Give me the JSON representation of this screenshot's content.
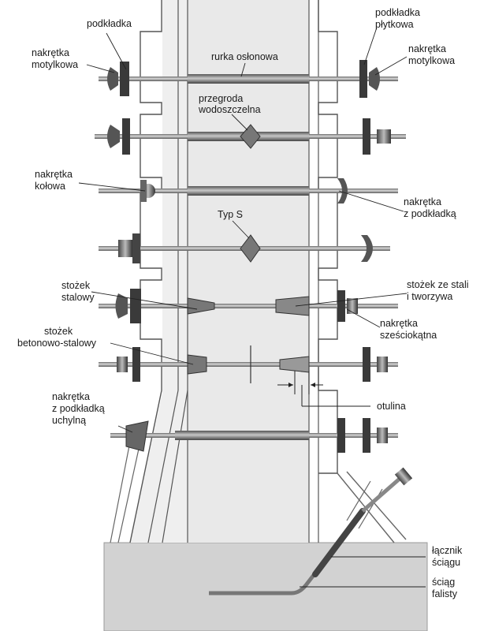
{
  "labels": {
    "podkladka": "podkładka",
    "nakretka_motylkowa_left": [
      "nakrętka",
      "motylkowa"
    ],
    "podkladka_plytkowa": [
      "podkładka",
      "płytkowa"
    ],
    "nakretka_motylkowa_right": [
      "nakrętka",
      "motylkowa"
    ],
    "rurka_oslonowa": "rurka osłonowa",
    "przegroda_wodoszczelna": [
      "przegroda",
      "wodoszczelna"
    ],
    "nakretka_kolowa": [
      "nakrętka",
      "kołowa"
    ],
    "nakretka_z_podkladka": [
      "nakrętka",
      "z podkładką"
    ],
    "typ_s": "Typ S",
    "stozek_stalowy": [
      "stożek",
      "stalowy"
    ],
    "stozek_ze_stali": [
      "stożek ze stali",
      "i tworzywa"
    ],
    "nakretka_szesciokatna": [
      "nakrętka",
      "sześciokątna"
    ],
    "stozek_betonowo_stalowy": [
      "stożek",
      "betonowo-stalowy"
    ],
    "otulina": "otulina",
    "nakretka_z_podkladka_uchylna": [
      "nakrętka",
      "z podkładką",
      "uchylną"
    ],
    "lacznik_sciagu": [
      "łącznik",
      "ściągu"
    ],
    "sciag_falisty": [
      "ściąg",
      "falisty"
    ]
  },
  "colors": {
    "concrete": "#e8e8e8",
    "foundation": "#d2d2d2",
    "formwork": "#eeeeee",
    "rod": "#8a8a8a",
    "metal_dark": "#3a3a3a",
    "line": "#222222"
  }
}
